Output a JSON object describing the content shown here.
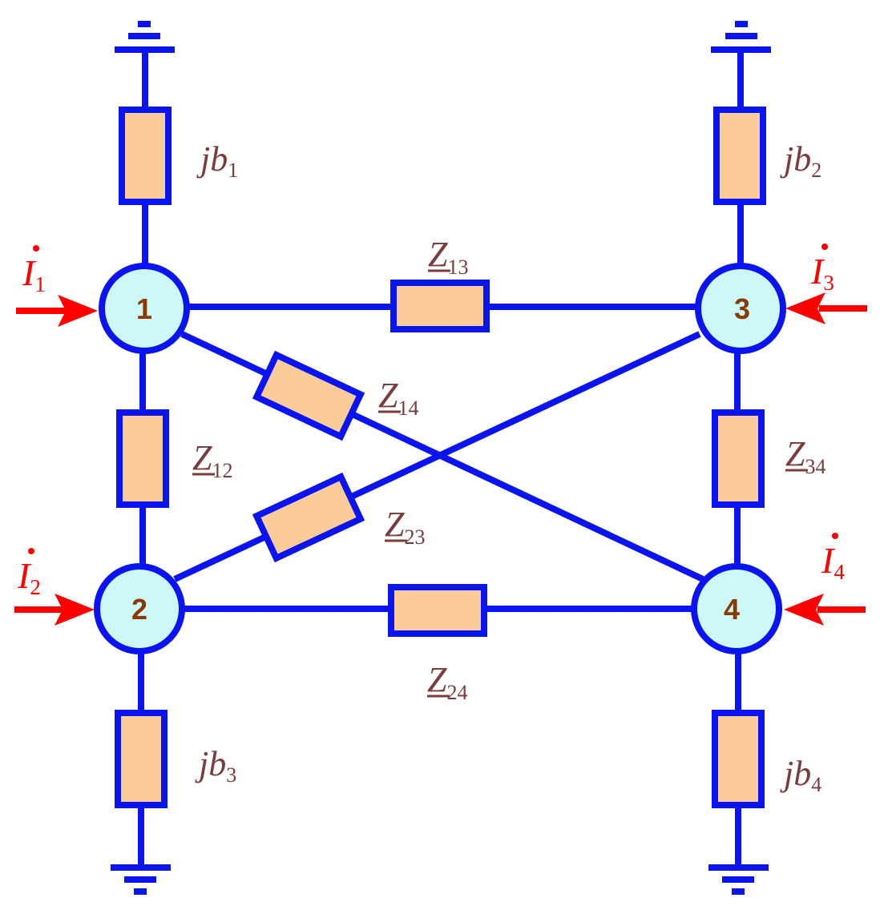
{
  "colors": {
    "wire": "#0a14f0",
    "box": "#fccc98",
    "node": "#ccf8f8",
    "node_text": "#8a3a00",
    "label": "#7a3c3c",
    "current": "#ff0000"
  },
  "nodes": [
    {
      "id": "n1",
      "label": "1"
    },
    {
      "id": "n2",
      "label": "2"
    },
    {
      "id": "n3",
      "label": "3"
    },
    {
      "id": "n4",
      "label": "4"
    }
  ],
  "shunt_labels": [
    {
      "main": "jb",
      "sub": "1"
    },
    {
      "main": "jb",
      "sub": "2"
    },
    {
      "main": "jb",
      "sub": "3"
    },
    {
      "main": "jb",
      "sub": "4"
    }
  ],
  "impedances": [
    {
      "main": "Z",
      "sub": "13"
    },
    {
      "main": "Z",
      "sub": "14"
    },
    {
      "main": "Z",
      "sub": "12"
    },
    {
      "main": "Z",
      "sub": "23"
    },
    {
      "main": "Z",
      "sub": "24"
    },
    {
      "main": "Z",
      "sub": "34"
    }
  ],
  "currents": [
    {
      "main": "I",
      "sub": "1"
    },
    {
      "main": "I",
      "sub": "2"
    },
    {
      "main": "I",
      "sub": "3"
    },
    {
      "main": "I",
      "sub": "4"
    }
  ]
}
